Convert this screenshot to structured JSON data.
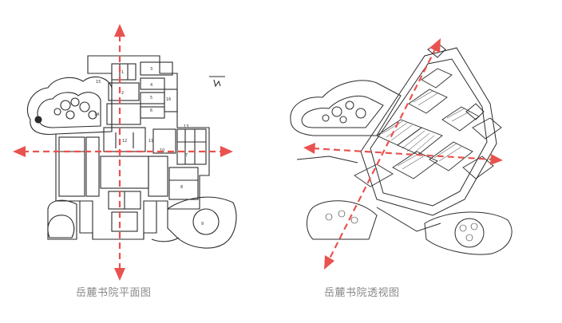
{
  "captions": {
    "plan": "岳麓书院平面图",
    "perspective": "岳麓书院透视图"
  },
  "plan_labels": [
    "14",
    "12",
    "13",
    "11",
    "10",
    "6",
    "5",
    "4",
    "3",
    "2",
    "1",
    "15",
    "16",
    "7",
    "8",
    "9"
  ],
  "colors": {
    "arrow": "#e8534f",
    "line": "#2b2b2b",
    "caption": "#8a8a8a"
  }
}
